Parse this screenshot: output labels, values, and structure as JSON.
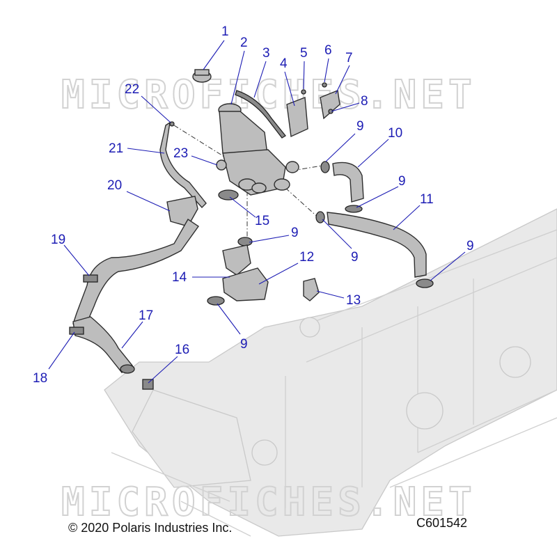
{
  "watermark": "MICROFICHES.NET",
  "copyright": "© 2020 Polaris Industries Inc.",
  "diagram_code": "C601542",
  "callouts": [
    {
      "id": "c1",
      "text": "1"
    },
    {
      "id": "c2",
      "text": "2"
    },
    {
      "id": "c3",
      "text": "3"
    },
    {
      "id": "c4",
      "text": "4"
    },
    {
      "id": "c5",
      "text": "5"
    },
    {
      "id": "c6",
      "text": "6"
    },
    {
      "id": "c7",
      "text": "7"
    },
    {
      "id": "c8",
      "text": "8"
    },
    {
      "id": "c9a",
      "text": "9"
    },
    {
      "id": "c9b",
      "text": "9"
    },
    {
      "id": "c9c",
      "text": "9"
    },
    {
      "id": "c9d",
      "text": "9"
    },
    {
      "id": "c9e",
      "text": "9"
    },
    {
      "id": "c9f",
      "text": "9"
    },
    {
      "id": "c10",
      "text": "10"
    },
    {
      "id": "c11",
      "text": "11"
    },
    {
      "id": "c12",
      "text": "12"
    },
    {
      "id": "c13",
      "text": "13"
    },
    {
      "id": "c14",
      "text": "14"
    },
    {
      "id": "c15",
      "text": "15"
    },
    {
      "id": "c16",
      "text": "16"
    },
    {
      "id": "c17",
      "text": "17"
    },
    {
      "id": "c18",
      "text": "18"
    },
    {
      "id": "c19",
      "text": "19"
    },
    {
      "id": "c20",
      "text": "20"
    },
    {
      "id": "c21",
      "text": "21"
    },
    {
      "id": "c22",
      "text": "22"
    },
    {
      "id": "c23",
      "text": "23"
    }
  ]
}
